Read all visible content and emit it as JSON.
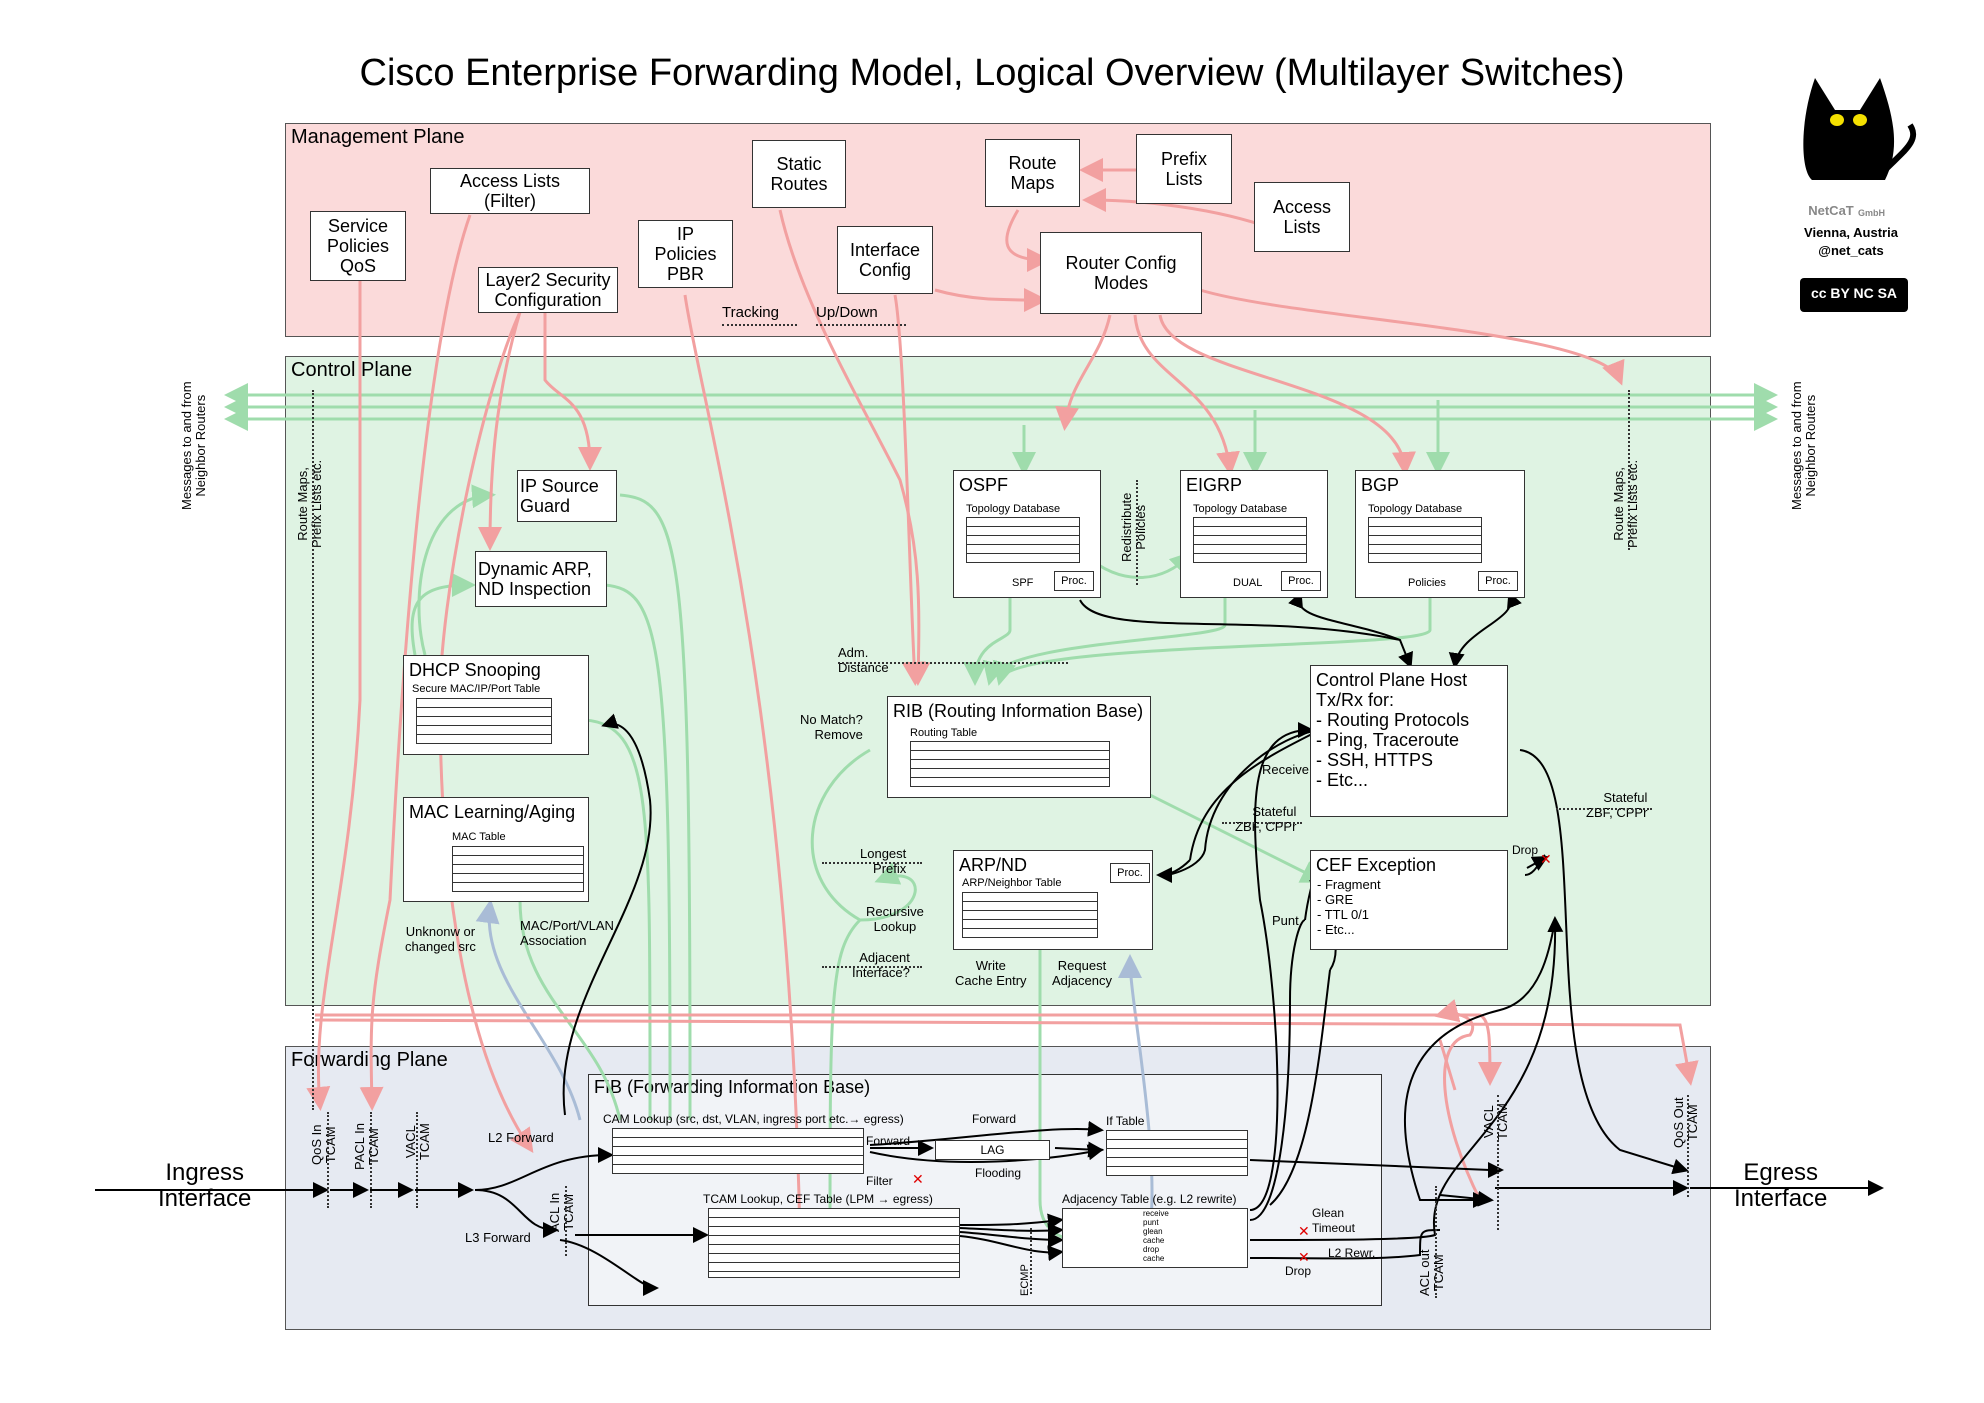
{
  "title": "Cisco Enterprise Forwarding Model, Logical Overview (Multilayer Switches)",
  "logo": {
    "brand": "NetCaT",
    "suffix": "GmbH",
    "location": "Vienna, Austria",
    "handle": "@net_cats",
    "license": "cc BY NC SA"
  },
  "planes": {
    "management": "Management Plane",
    "control": "Control Plane",
    "forwarding": "Forwarding Plane"
  },
  "management": {
    "service_policies": [
      "Service",
      "Policies",
      "QoS"
    ],
    "access_lists_filter": [
      "Access Lists",
      "(Filter)"
    ],
    "layer2_security": [
      "Layer2 Security",
      "Configuration"
    ],
    "ip_policies": [
      "IP",
      "Policies",
      "PBR"
    ],
    "static_routes": [
      "Static",
      "Routes"
    ],
    "interface_config": [
      "Interface",
      "Config"
    ],
    "route_maps": [
      "Route",
      "Maps"
    ],
    "prefix_lists": [
      "Prefix",
      "Lists"
    ],
    "access_lists": [
      "Access",
      "Lists"
    ],
    "router_config": [
      "Router Config",
      "Modes"
    ],
    "tracking": "Tracking",
    "updown": "Up/Down"
  },
  "control": {
    "side_msg": [
      "Messages to and from",
      "Neighbor Routers"
    ],
    "route_maps_side": [
      "Route Maps,",
      "Prefix Lists etc."
    ],
    "ip_source_guard": [
      "IP Source",
      "Guard"
    ],
    "dynamic_arp": [
      "Dynamic ARP,",
      "ND Inspection"
    ],
    "dhcp_snooping": "DHCP Snooping",
    "dhcp_table": "Secure MAC/IP/Port Table",
    "mac_learning": "MAC Learning/Aging",
    "mac_table": "MAC Table",
    "unknown_src": [
      "Unknonw or",
      "changed src"
    ],
    "mac_port_vlan": [
      "MAC/Port/VLAN",
      "Association"
    ],
    "ospf": "OSPF",
    "eigrp": "EIGRP",
    "bgp": "BGP",
    "topology_db": "Topology Database",
    "spf": "SPF",
    "dual": "DUAL",
    "policies": "Policies",
    "proc": "Proc.",
    "redistribute": [
      "Redistribute",
      "Policies"
    ],
    "adm_distance": [
      "Adm.",
      "Distance"
    ],
    "no_match": [
      "No Match?",
      "Remove"
    ],
    "rib": "RIB (Routing Information Base)",
    "routing_table": "Routing Table",
    "longest_prefix": [
      "Longest",
      "Prefix"
    ],
    "recursive": [
      "Recursive",
      "Lookup"
    ],
    "adjacent": [
      "Adjacent",
      "Interface?"
    ],
    "arp_nd": "ARP/ND",
    "arp_table": "ARP/Neighbor Table",
    "write_cache": [
      "Write",
      "Cache Entry"
    ],
    "request_adj": [
      "Request",
      "Adjacency"
    ],
    "cph_title": [
      "Control Plane Host",
      "Tx/Rx for:"
    ],
    "cph_items": [
      "- Routing Protocols",
      "- Ping, Traceroute",
      "- SSH, HTTPS",
      "- Etc..."
    ],
    "receive": "Receive",
    "stateful_a": [
      "Stateful",
      "ZBF, CPPr"
    ],
    "stateful_b": [
      "Stateful",
      "ZBF, CPPr"
    ],
    "cef_exception": "CEF Exception",
    "cef_items": [
      "- Fragment",
      "- GRE",
      "- TTL 0/1",
      "- Etc..."
    ],
    "punt": "Punt",
    "drop": "Drop"
  },
  "forwarding": {
    "ingress": [
      "Ingress",
      "Interface"
    ],
    "egress": [
      "Egress",
      "Interface"
    ],
    "qos_in": [
      "QoS In",
      "TCAM"
    ],
    "pacl_in": [
      "PACL In",
      "TCAM"
    ],
    "vacl_in": [
      "VACL",
      "TCAM"
    ],
    "acl_in": [
      "ACL In",
      "TCAM"
    ],
    "l2_forward": "L2 Forward",
    "l3_forward": "L3 Forward",
    "fib": "FIB (Forwarding Information Base)",
    "cam_lookup": "CAM Lookup (src, dst, VLAN, ingress port etc.→ egress)",
    "forward": "Forward",
    "forward2": "Forward",
    "filter": "Filter",
    "lag": "LAG",
    "flooding": "Flooding",
    "if_table": "If Table",
    "tcam_lookup": "TCAM Lookup, CEF Table (LPM → egress)",
    "adj_table": "Adjacency Table (e.g. L2 rewrite)",
    "adj_rows": [
      "receive",
      "punt",
      "glean",
      "cache",
      "drop",
      "cache"
    ],
    "ecmp": "ECMP",
    "glean_timeout": [
      "Glean",
      "Timeout"
    ],
    "l2_rewr": "L2 Rewr.",
    "drop": "Drop",
    "acl_out": [
      "ACL out",
      "TCAM"
    ],
    "vacl_out": [
      "VACL",
      "TCAM"
    ],
    "qos_out": [
      "QoS Out",
      "TCAM"
    ]
  },
  "colors": {
    "management_bg": "#fbdada",
    "control_bg": "#dff3e3",
    "forwarding_bg": "#e6eaf2",
    "red_arrow": "#f2a0a0",
    "green_arrow": "#9fdcac",
    "blue_arrow": "#a9bcd6"
  }
}
